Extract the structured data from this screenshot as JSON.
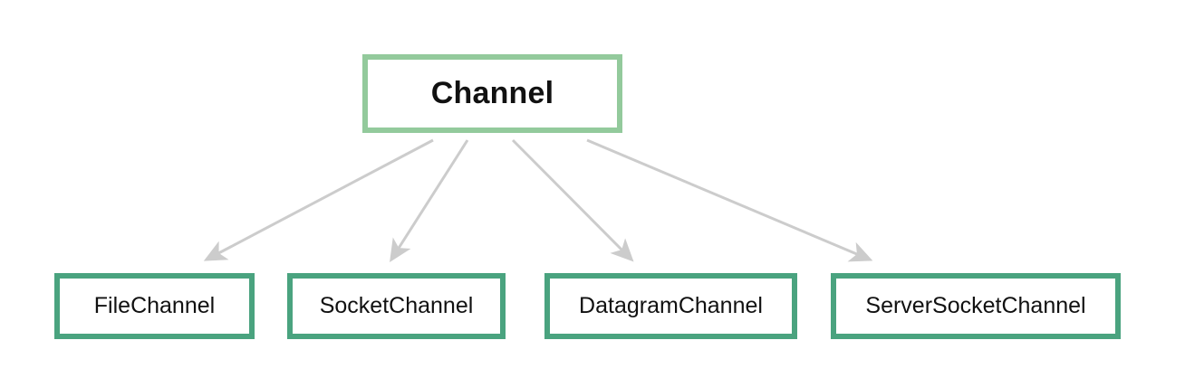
{
  "diagram": {
    "type": "hierarchy-tree",
    "title": "Channel",
    "background_color": "#ffffff",
    "root": {
      "label": "Channel",
      "border_color": "#93ca9c",
      "fill_color": "#ffffff",
      "text_color": "#111111"
    },
    "children": [
      {
        "label": "FileChannel",
        "border_color": "#4aa37f",
        "fill_color": "#ffffff",
        "text_color": "#111111"
      },
      {
        "label": "SocketChannel",
        "border_color": "#4aa37f",
        "fill_color": "#ffffff",
        "text_color": "#111111"
      },
      {
        "label": "DatagramChannel",
        "border_color": "#4aa37f",
        "fill_color": "#ffffff",
        "text_color": "#111111"
      },
      {
        "label": "ServerSocketChannel",
        "border_color": "#4aa37f",
        "fill_color": "#ffffff",
        "text_color": "#111111"
      }
    ],
    "connectors": {
      "color": "#cccccc",
      "style": "solid-line-with-filled-arrowhead",
      "count": 4,
      "direction": "root-to-child"
    }
  }
}
